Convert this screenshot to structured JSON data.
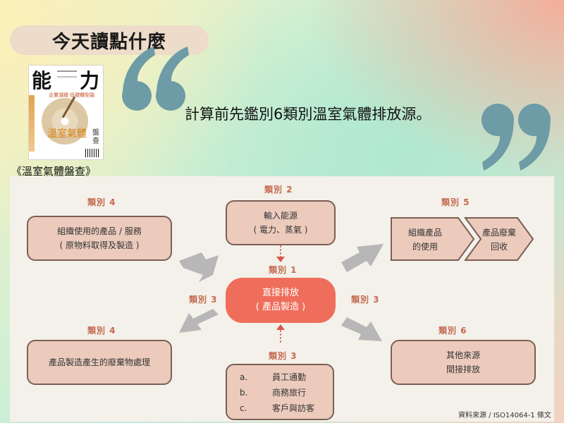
{
  "header": {
    "title": "今天讀點什麼"
  },
  "book": {
    "cover_char_1": "能",
    "cover_char_2": "力",
    "cover_subtitle": "企業減碳 低碳轉型路",
    "cover_title": "溫室氣體",
    "cover_side": "盤查",
    "caption": "《溫室氣體盤查》"
  },
  "quote": {
    "text": "計算前先鑑別6類別溫室氣體排放源。"
  },
  "colors": {
    "quote_mark": "#6d9ba6",
    "category_label": "#c56a52",
    "box_fill": "#eccbbd",
    "box_border": "#7a5f55",
    "center_fill": "#ee6e5b",
    "arrow_gray": "#b7b7b7",
    "arrow_red": "#d9574a"
  },
  "diagram": {
    "category_2": {
      "label": "類別 2",
      "line1": "輸入能源",
      "line2": "( 電力、蒸氣 )"
    },
    "category_4a": {
      "label": "類別 4",
      "line1": "組織使用的產品 / 服務",
      "line2": "( 原物料取得及製造 )"
    },
    "category_5": {
      "label": "類別 5",
      "step1_line1": "組織產品",
      "step1_line2": "的使用",
      "step2_line1": "產品廢棄",
      "step2_line2": "回收"
    },
    "category_1": {
      "label": "類別 1",
      "line1": "直接排放",
      "line2": "( 產品製造 )"
    },
    "category_3_left": "類別 3",
    "category_3_right": "類別 3",
    "category_4b": {
      "label": "類別 4",
      "line1": "產品製造產生的廢棄物處理"
    },
    "category_6": {
      "label": "類別 6",
      "line1": "其他來源",
      "line2": "間接排放"
    },
    "category_3_bottom": {
      "label": "類別 3",
      "items": [
        {
          "marker": "a.",
          "text": "員工通勤"
        },
        {
          "marker": "b.",
          "text": "商務旅行"
        },
        {
          "marker": "c.",
          "text": "客戶與訪客"
        }
      ]
    },
    "source": "資料來源 /   ISO14064-1 條文"
  }
}
